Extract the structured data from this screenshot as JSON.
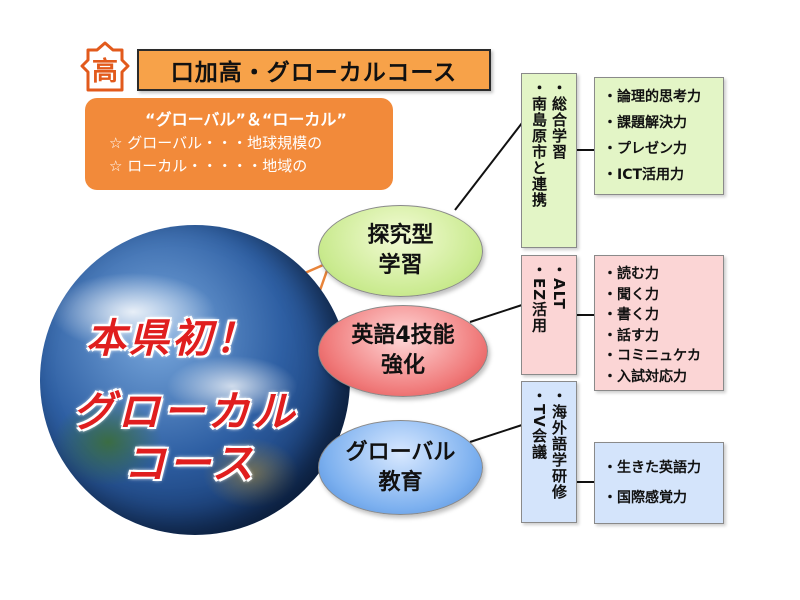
{
  "title": "口加高・グローカルコース",
  "emblem_text": "高",
  "intro": {
    "header": "“グローバル”＆“ローカル”",
    "line1": "☆ グローバル・・・地球規模の",
    "line2": "☆ ローカル・・・・・地域の"
  },
  "globe_text": {
    "line1": "本県初！",
    "line2": "グローカル",
    "line3": "コース"
  },
  "pillars": [
    {
      "line1": "探究型",
      "line2": "学習",
      "program": "・総合学習\n・南島原市と連携",
      "program_col1": "・総合学習",
      "program_col2": "・南島原市と連携",
      "skills": [
        "・論理的思考力",
        "・課題解決力",
        "・プレゼン力",
        "・ICT活用力"
      ]
    },
    {
      "line1": "英語4技能",
      "line2": "強化",
      "program_col1": "・ALT",
      "program_col2": "・EZ活用",
      "skills": [
        "・読む力",
        "・聞く力",
        "・書く力",
        "・話す力",
        "・コミニュケカ",
        "・入試対応力"
      ]
    },
    {
      "line1": "グローバル",
      "line2": "教育",
      "program_col1": "・海外語学研修",
      "program_col2": "・TV会議",
      "skills": [
        "・生きた英語力",
        "・国際感覚力"
      ]
    }
  ],
  "colors": {
    "title_bg": "#f7a249",
    "intro_bg": "#f28a3a",
    "green": "#c9ea8e",
    "red": "#f07a7a",
    "blue": "#7cb0ef",
    "globe_text": "#e01e1e"
  }
}
